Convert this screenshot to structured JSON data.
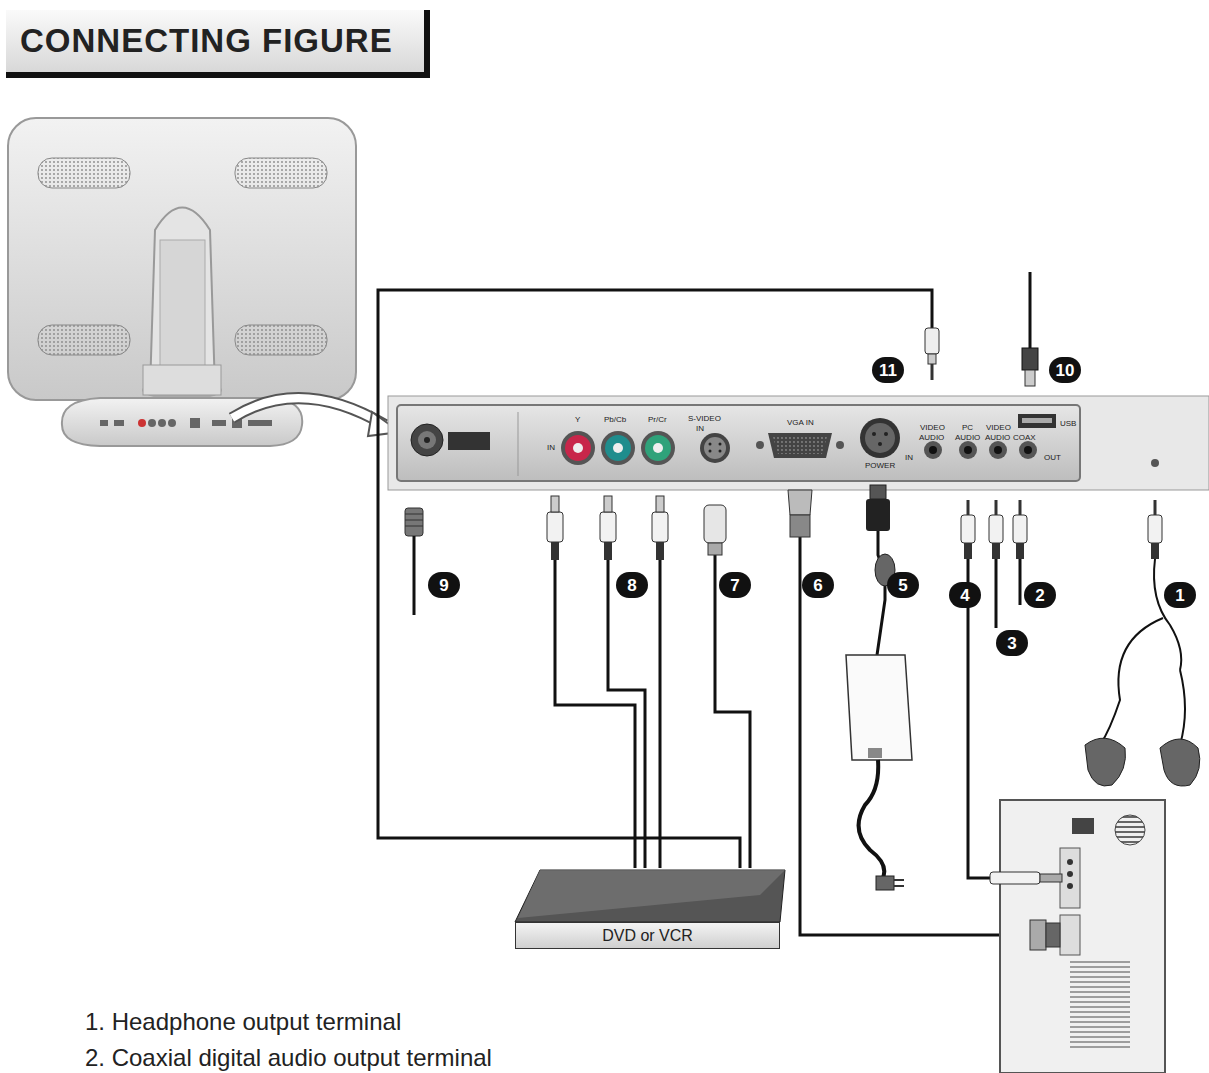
{
  "diagram": {
    "title": "CONNECTING FIGURE",
    "nodes": [
      {
        "text": [
          "DVD or VCR"
        ]
      }
    ],
    "labels": [
      "1. Headphone output terminal",
      "2. Coaxial digital audio output terminal",
      "11",
      "10",
      "9",
      "8",
      "7",
      "6",
      "5",
      "4",
      "3",
      "2",
      "1",
      "IN",
      "Y",
      "Pb/Cb",
      "Pr/Cr",
      "S-VIDEO",
      "IN",
      "VGA IN",
      "POWER",
      "VIDEO",
      "AUDIO",
      "PC",
      "AUDIO",
      "IN",
      "VIDEO",
      "AUDIO",
      "COAX",
      "OUT",
      "USB"
    ]
  }
}
